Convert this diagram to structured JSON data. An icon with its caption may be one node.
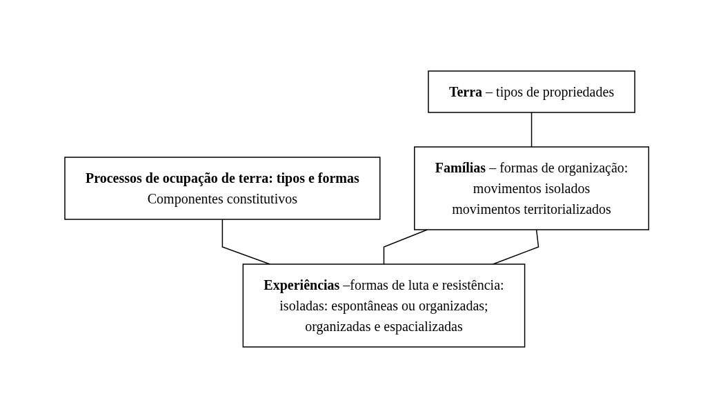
{
  "diagram": {
    "nodes": [
      {
        "text": [
          "Processos de ocupação de terra: tipos e formas",
          "Componentes constitutivos"
        ]
      },
      {
        "text": [
          "**Terra** – tipos de propriedades"
        ]
      },
      {
        "text": [
          "**Famílias** – formas de organização:",
          "movimentos isolados",
          "movimentos territorializados"
        ]
      },
      {
        "text": [
          "**Experiências** –formas de luta e resistência:",
          "isoladas: espontâneas ou organizadas;",
          "organizadas e espacializadas"
        ]
      }
    ],
    "edges": [
      {
        "from": 0,
        "to": 3,
        "arrow": "none"
      },
      {
        "from": 1,
        "to": 2,
        "arrow": "none"
      },
      {
        "from": 2,
        "to": 3,
        "arrow": "none"
      },
      {
        "from": 2,
        "to": 3,
        "arrow": "none"
      }
    ]
  }
}
